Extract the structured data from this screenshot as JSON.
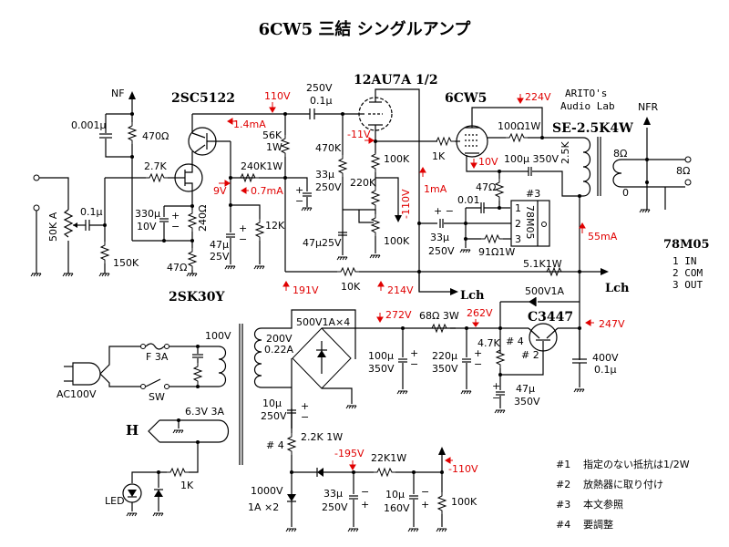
{
  "title": "6CW5 三結 シングルアンプ",
  "credit": {
    "line1": "ARITO's",
    "line2": "Audio Lab"
  },
  "output_transformer": {
    "model": "SE-2.5K4W",
    "primary": "2.5K",
    "tap_8": "8Ω",
    "tap_0": "0",
    "out_label": "8Ω",
    "nfr": "NFR"
  },
  "tubes": {
    "driver": "12AU7A 1/2",
    "power": "6CW5"
  },
  "transistors": {
    "q1": "2SC5122",
    "q2": "2SK30Y",
    "q3": "C3447"
  },
  "input_stage": {
    "nf": "NF",
    "c_nf": "0.001μ",
    "r_nf": "470Ω",
    "r_gate": "2.7K",
    "volume": "50K A",
    "c_in": "0.1μ",
    "r_in": "150K",
    "c_src": "330μ",
    "c_src_v": "10V",
    "r_src": "240Ω",
    "r_src2": "47Ω"
  },
  "bias_network": {
    "r_load": "56K",
    "r_load_w": "1W",
    "r_feed": "240K1W",
    "c_bias": "47μ",
    "c_bias_v": "25V",
    "r_bias": "12K",
    "c_dec": "33μ",
    "c_dec_v": "250V",
    "r_drop": "10K"
  },
  "driver_stage": {
    "c_cpl_v": "250V",
    "c_cpl": "0.1μ",
    "r_grid": "470K",
    "c_grid": "47μ25V",
    "r_plate": "100K",
    "r_div": "220K",
    "pot": "100K",
    "neg_supply": "-110V"
  },
  "power_stage": {
    "r_grid_stop": "1K",
    "r_screen": "100Ω1W",
    "c_cath": "100μ 350V",
    "r_cath": "47Ω",
    "c_reg": "0.01",
    "regulator": "78M05",
    "reg_note": "#3",
    "reg_pins": [
      "1",
      "2",
      "3"
    ],
    "c_filter": "33μ",
    "c_filter_v": "250V",
    "r_reg": "91Ω1W",
    "r_feed": "5.1K1W"
  },
  "regulator_pinout": {
    "title": "78M05",
    "pins": [
      "1 IN",
      "2 COM",
      "3 OUT"
    ]
  },
  "channel_labels": {
    "lch1": "Lch",
    "lch2": "Lch"
  },
  "power_supply": {
    "mains": "AC100V",
    "fuse": "F 3A",
    "switch": "SW",
    "primary": "100V",
    "secondary": "200V",
    "secondary_current": "0.22A",
    "bridge": "500V1A×4",
    "c1": "100μ",
    "c1_v": "350V",
    "r_filter": "68Ω 3W",
    "c2": "220μ",
    "c2_v": "350V",
    "r_base": "4.7K",
    "note_base": "# 4",
    "note_hs": "# 2",
    "diode": "500V1A",
    "c_base": "47μ",
    "c_base_v": "350V",
    "c_out": "400V",
    "c_out_val": "0.1μ"
  },
  "heater": {
    "label": "H",
    "winding": "6.3V 3A",
    "led": "LED",
    "r_led": "1K"
  },
  "neg_supply": {
    "c1": "10μ",
    "c1_v": "250V",
    "r1": "2.2K 1W",
    "note": "# 4",
    "diode": "1000V",
    "diode2": "1A ×2",
    "c2": "33μ",
    "c2_v": "250V",
    "r2": "22K1W",
    "c3": "10μ",
    "c3_v": "160V",
    "r3": "100K"
  },
  "measurements": {
    "v110": "110V",
    "i14": "1.4mA",
    "v9": "9V",
    "i07": "0.7mA",
    "vm11": "-11V",
    "vm110a": "-110V",
    "i1": "1mA",
    "v224": "224V",
    "v10": "10V",
    "i55": "55mA",
    "v191": "191V",
    "v214": "214V",
    "v272": "272V",
    "v262": "262V",
    "v247": "247V",
    "vm195": "-195V",
    "vm110b": "-110V"
  },
  "notes": [
    {
      "num": "#1",
      "text": "指定のない抵抗は1/2W"
    },
    {
      "num": "#2",
      "text": "放熱器に取り付け"
    },
    {
      "num": "#3",
      "text": "本文参照"
    },
    {
      "num": "#4",
      "text": "要調整"
    }
  ]
}
